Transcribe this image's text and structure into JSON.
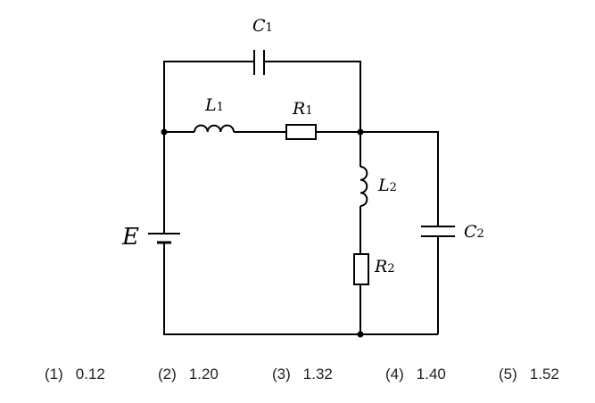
{
  "labels": {
    "C1": {
      "main": "C",
      "sub": "1"
    },
    "L1": {
      "main": "L",
      "sub": "1"
    },
    "R1": {
      "main": "R",
      "sub": "1"
    },
    "L2": {
      "main": "L",
      "sub": "2"
    },
    "R2": {
      "main": "R",
      "sub": "2"
    },
    "C2": {
      "main": "C",
      "sub": "2"
    },
    "E": {
      "main": "E"
    }
  },
  "choices": [
    {
      "num": "(1)",
      "value": "0.12"
    },
    {
      "num": "(2)",
      "value": "1.20"
    },
    {
      "num": "(3)",
      "value": "1.32"
    },
    {
      "num": "(4)",
      "value": "1.40"
    },
    {
      "num": "(5)",
      "value": "1.52"
    }
  ]
}
